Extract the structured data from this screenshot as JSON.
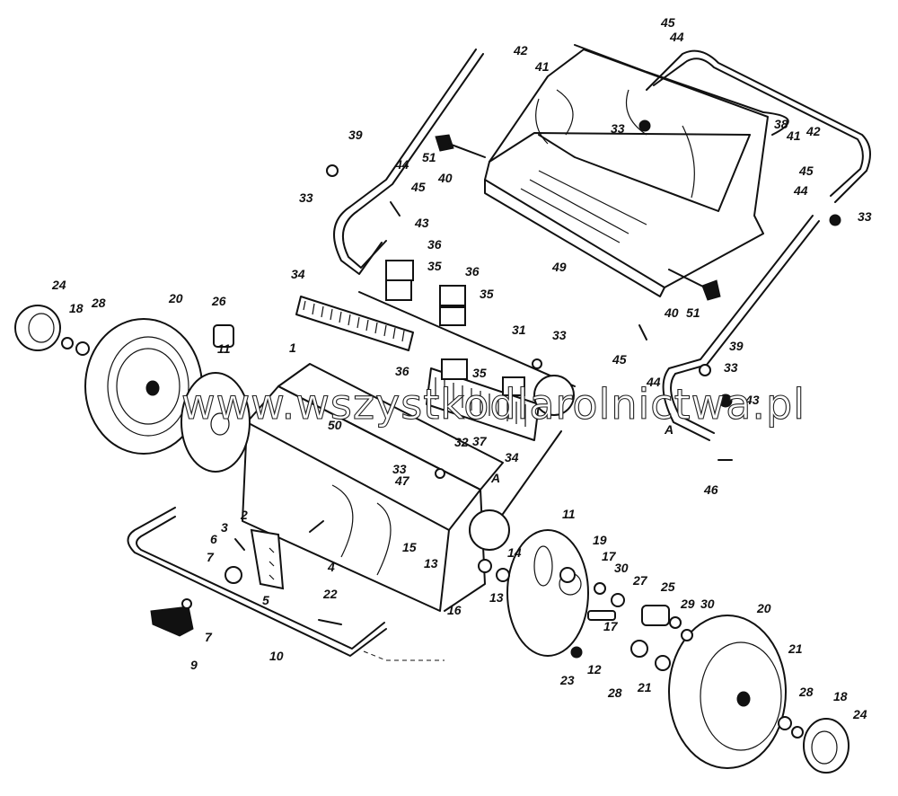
{
  "watermark": "www.wszystkodlarolnictwa.pl",
  "callouts": {
    "n1": "1",
    "n2": "2",
    "n3": "3",
    "n4": "4",
    "n5": "5",
    "n6": "6",
    "n7a": "7",
    "n7b": "7",
    "n9": "9",
    "n10": "10",
    "n11a": "11",
    "n11b": "11",
    "n12": "12",
    "n13a": "13",
    "n13b": "13",
    "n14": "14",
    "n15": "15",
    "n16": "16",
    "n17a": "17",
    "n17b": "17",
    "n18a": "18",
    "n18b": "18",
    "n19": "19",
    "n20a": "20",
    "n20b": "20",
    "n21a": "21",
    "n21b": "21",
    "n22": "22",
    "n23": "23",
    "n24a": "24",
    "n24b": "24",
    "n25": "25",
    "n26": "26",
    "n27": "27",
    "n28a": "28",
    "n28b": "28",
    "n28c": "28",
    "n29": "29",
    "n30a": "30",
    "n30b": "30",
    "n31": "31",
    "n32": "32",
    "n33a": "33",
    "n33b": "33",
    "n33c": "33",
    "n33d": "33",
    "n33e": "33",
    "n33f": "33",
    "n34a": "34",
    "n34b": "34",
    "n35a": "35",
    "n35b": "35",
    "n35c": "35",
    "n36a": "36",
    "n36b": "36",
    "n36c": "36",
    "n37": "37",
    "n38": "38",
    "n39a": "39",
    "n39b": "39",
    "n40a": "40",
    "n40b": "40",
    "n41a": "41",
    "n41b": "41",
    "n42a": "42",
    "n42b": "42",
    "n43a": "43",
    "n43b": "43",
    "n44a": "44",
    "n44b": "44",
    "n44c": "44",
    "n44d": "44",
    "n45a": "45",
    "n45b": "45",
    "n45c": "45",
    "n45d": "45",
    "n46": "46",
    "n47": "47",
    "n49": "49",
    "n50": "50",
    "n51a": "51",
    "n51b": "51",
    "markA1": "A",
    "markA2": "A"
  }
}
